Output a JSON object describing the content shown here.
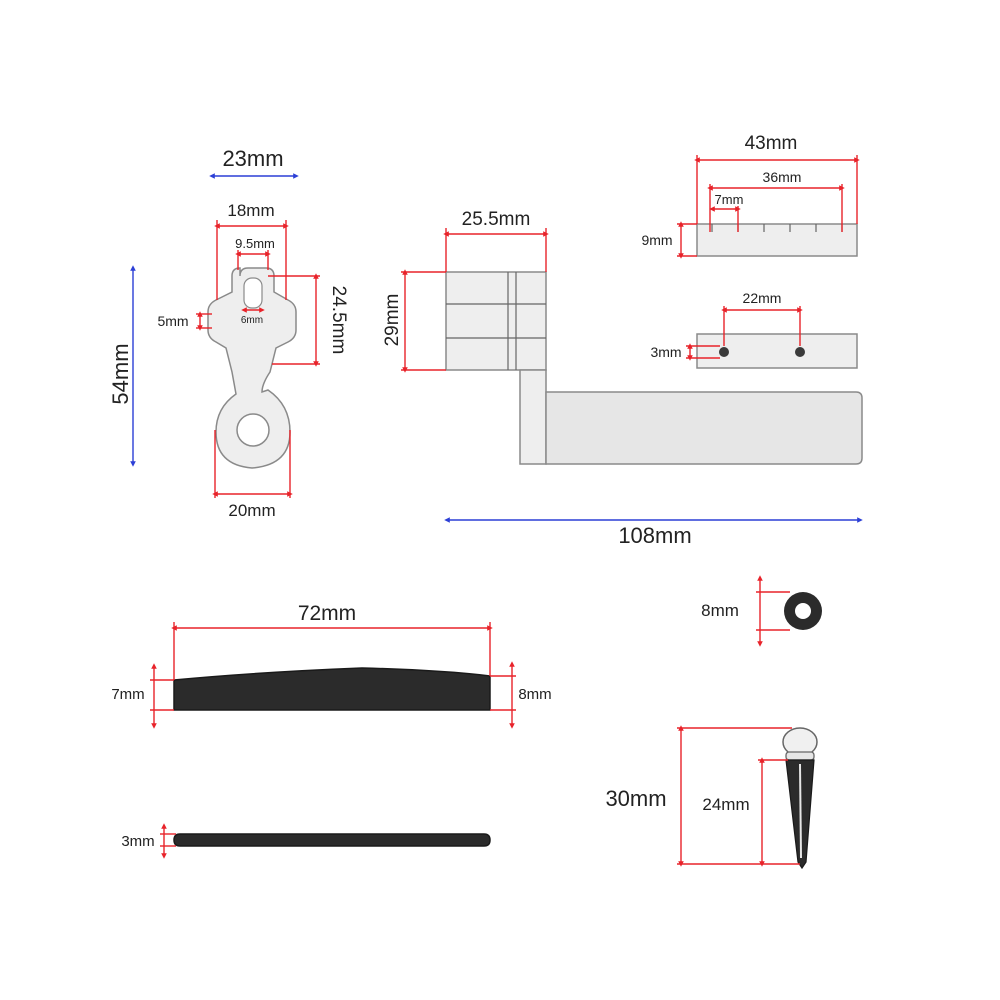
{
  "winder": {
    "width_top": "23mm",
    "width_inner": "18mm",
    "slot_width": "9.5mm",
    "slot_inner": "6mm",
    "side_height": "5mm",
    "head_height": "24.5mm",
    "total_height": "54mm",
    "bottom_width": "20mm"
  },
  "side_view": {
    "top_width": "25.5mm",
    "block_height": "29mm",
    "total_length": "108mm"
  },
  "nut": {
    "length": "43mm",
    "span": "36mm",
    "slot_spacing": "7mm",
    "height": "9mm"
  },
  "nut_holes": {
    "hole_spacing": "22mm",
    "hole_diameter": "3mm"
  },
  "saddle": {
    "length": "72mm",
    "height_left": "7mm",
    "height_right": "8mm",
    "thickness": "3mm"
  },
  "washer": {
    "diameter": "8mm"
  },
  "bridge_pin": {
    "total_length": "30mm",
    "shaft_length": "24mm"
  },
  "colors": {
    "dimension_red": "#e8232a",
    "dimension_blue": "#2c3fd6",
    "part_light": "#eeeeee",
    "part_dark": "#2b2b2b"
  }
}
